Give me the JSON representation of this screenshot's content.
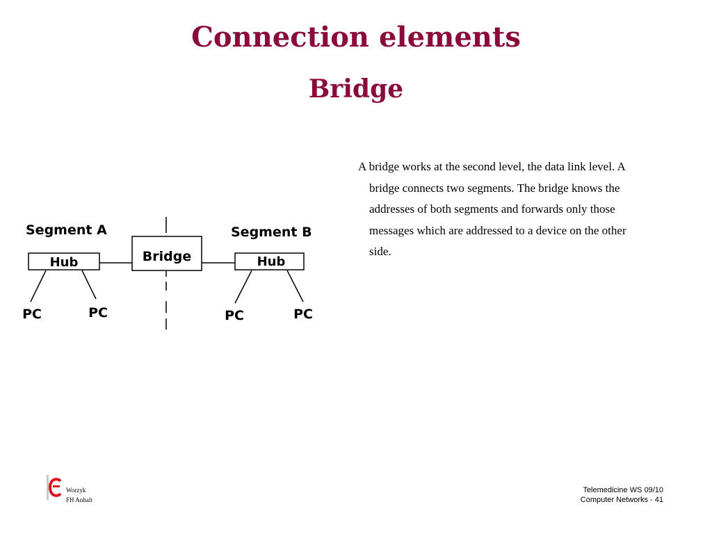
{
  "slide": {
    "title": "Connection elements",
    "subtitle": "Bridge",
    "body_text": "A bridge works at the second level, the data link level. A bridge connects two segments. The bridge knows the addresses of both segments and forwards only those messages which are addressed to a device on the other side."
  },
  "diagram": {
    "segment_a_label": "Segment A",
    "segment_b_label": "Segment B",
    "bridge_label": "Bridge",
    "hub_a_label": "Hub",
    "hub_b_label": "Hub",
    "pc_label": "PC",
    "line_color": "#000000"
  },
  "footer": {
    "author": "Worzyk",
    "institution": "FH Anhalt",
    "course": "Telemedicine WS 09/10",
    "page": "Computer Networks - 41"
  },
  "colors": {
    "title": "#8b0a3c",
    "logo_red": "#d8141c"
  }
}
